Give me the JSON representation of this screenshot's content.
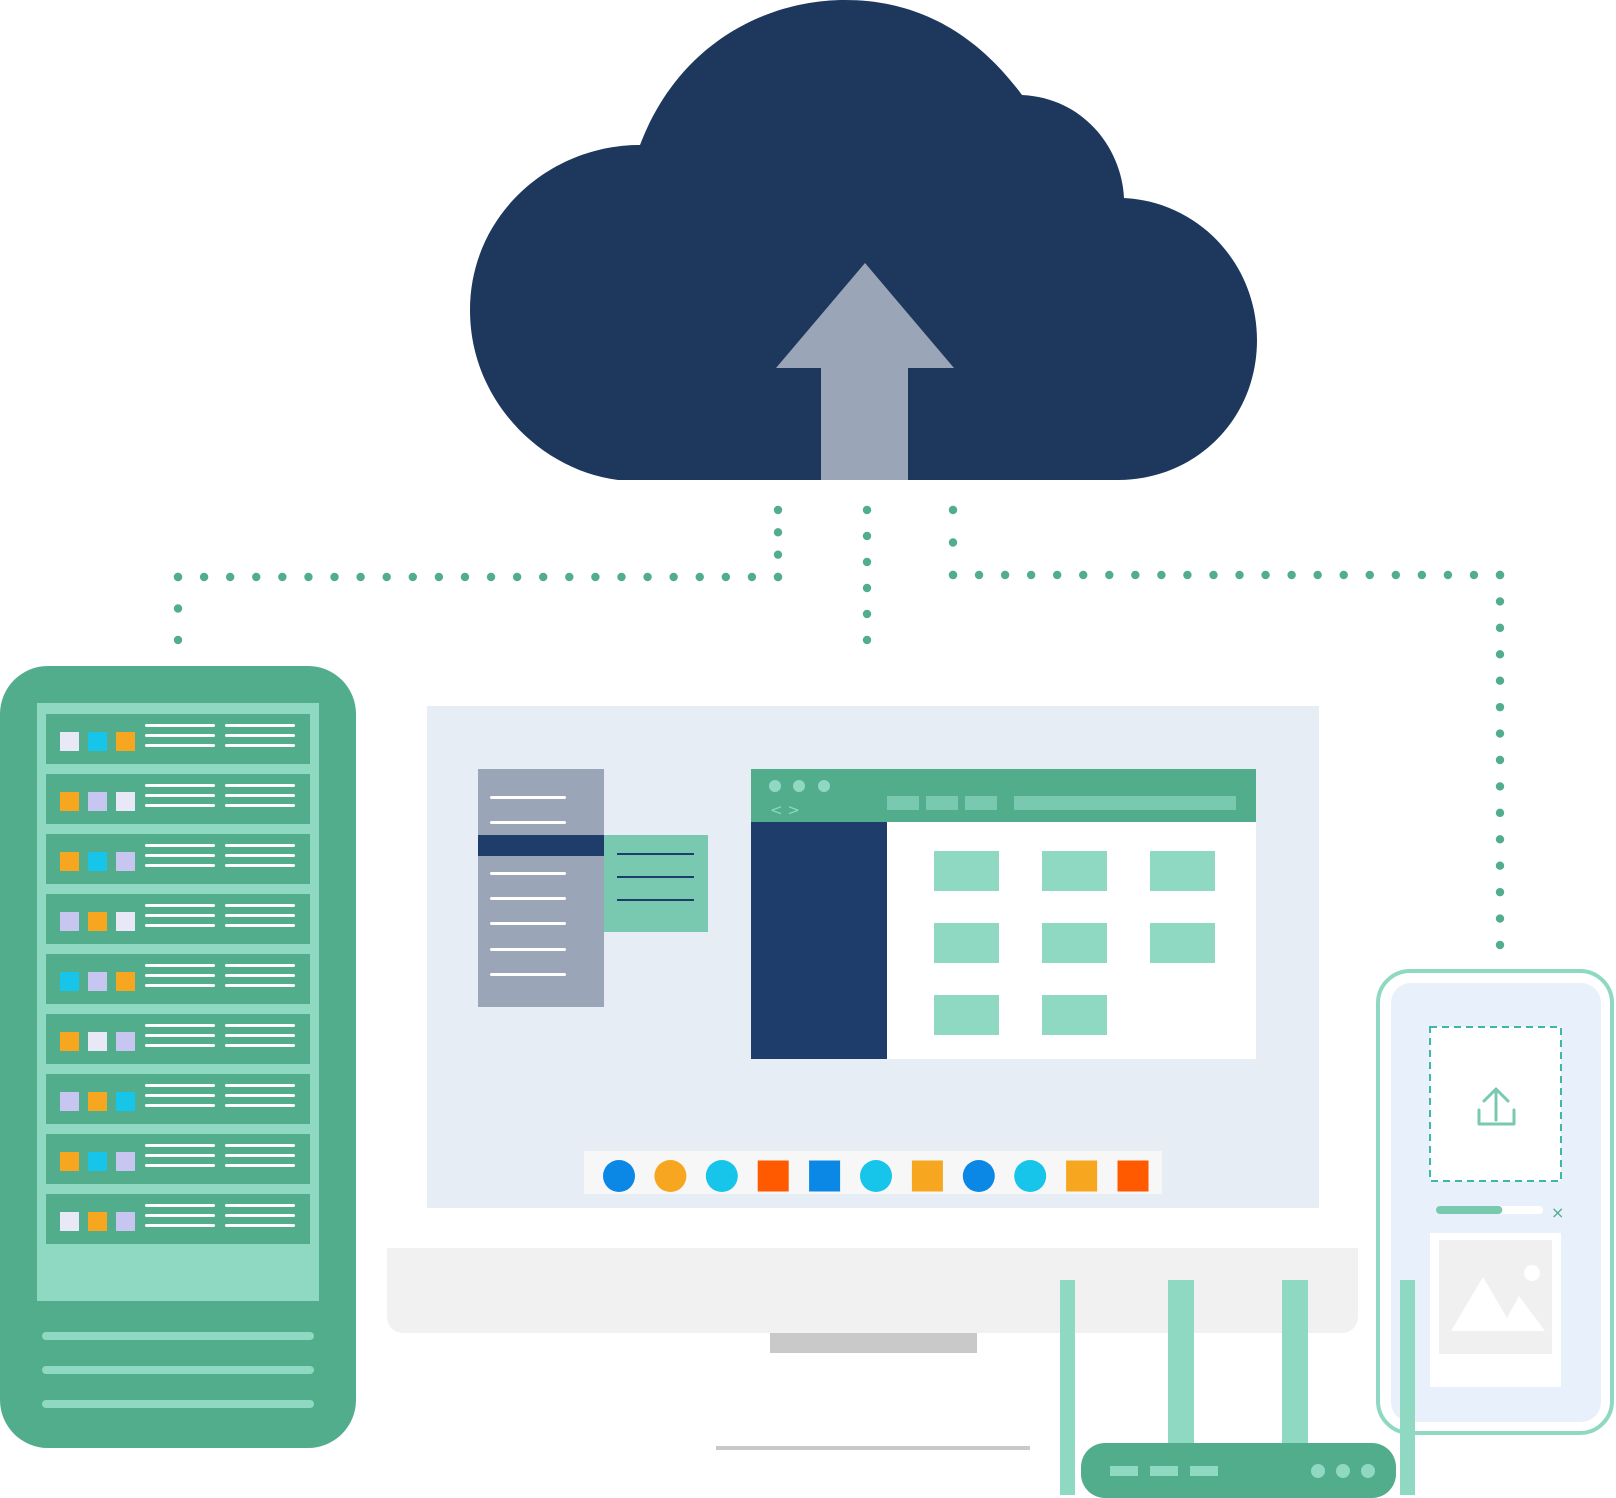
{
  "colors": {
    "cloud": "#1e385d",
    "arrow": "#9aa6b7",
    "dots": "#52ad8d",
    "server_body": "#52ad8d",
    "server_panel": "#8fd8c1",
    "monitor_screen": "#e7edf4",
    "monitor_bezel": "#f1f1f1",
    "monitor_stand": "#c9c9c9",
    "sidebar_gray": "#9aa6b7",
    "popup_green": "#79c9b1",
    "navy": "#1e3d6b",
    "tile": "#8fd8c1",
    "browser_bar": "#52ad8d",
    "phone_frame": "#8fd8c1",
    "phone_screen": "#e8f0fc",
    "router_body": "#52ad8d",
    "router_antenna": "#8fd8c1"
  },
  "icons": {
    "cloud": "cloud-icon",
    "upload_arrow": "upload-arrow-icon",
    "server": "server-rack-icon",
    "monitor": "desktop-monitor-icon",
    "phone": "smartphone-icon",
    "router": "wifi-router-icon",
    "phone_upload": "upload-tray-icon",
    "phone_image": "image-placeholder-icon",
    "phone_close": "close-icon"
  },
  "server": {
    "rows": [
      [
        "#e8e8f7",
        "#18c5ea",
        "#f6a61f"
      ],
      [
        "#f6a61f",
        "#c6c6f1",
        "#e8e8f7"
      ],
      [
        "#f6a61f",
        "#18c5ea",
        "#c6c6f1"
      ],
      [
        "#c6c6f1",
        "#f6a61f",
        "#e8e8f7"
      ],
      [
        "#18c5ea",
        "#c6c6f1",
        "#f6a61f"
      ],
      [
        "#f6a61f",
        "#e8e8f7",
        "#c6c6f1"
      ],
      [
        "#c6c6f1",
        "#f6a61f",
        "#18c5ea"
      ],
      [
        "#f6a61f",
        "#18c5ea",
        "#c6c6f1"
      ],
      [
        "#e8e8f7",
        "#f6a61f",
        "#c6c6f1"
      ]
    ]
  },
  "monitor": {
    "palette": [
      {
        "shape": "circle",
        "color": "#0b87e6"
      },
      {
        "shape": "circle",
        "color": "#f6a61f"
      },
      {
        "shape": "circle",
        "color": "#18c5ea"
      },
      {
        "shape": "square",
        "color": "#ff5a00"
      },
      {
        "shape": "square",
        "color": "#0b87e6"
      },
      {
        "shape": "circle",
        "color": "#18c5ea"
      },
      {
        "shape": "square",
        "color": "#f6a61f"
      },
      {
        "shape": "circle",
        "color": "#0b87e6"
      },
      {
        "shape": "circle",
        "color": "#18c5ea"
      },
      {
        "shape": "square",
        "color": "#f6a61f"
      },
      {
        "shape": "square",
        "color": "#ff5a00"
      }
    ],
    "browser": {
      "nav_glyph": "< >",
      "tile_count": 8
    }
  },
  "phone": {
    "upload_progress": 0.62,
    "close_glyph": "×"
  },
  "router": {
    "led_count": 3
  }
}
